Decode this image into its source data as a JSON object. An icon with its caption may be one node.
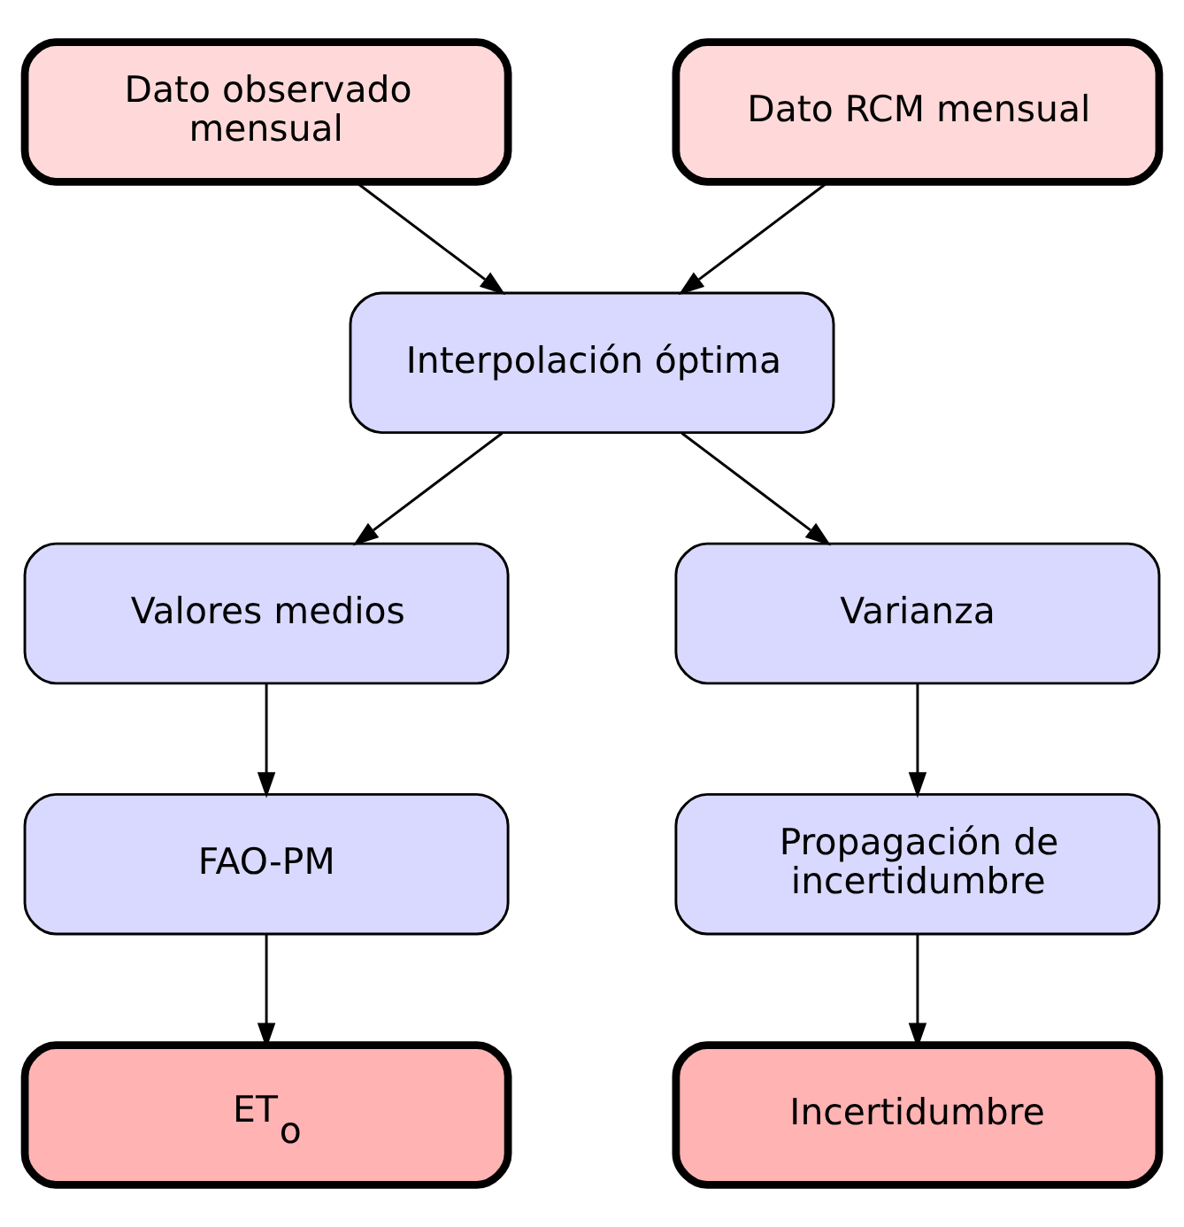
{
  "diagram": {
    "nodes": [
      {
        "text": [
          "Dato observado mensual"
        ]
      },
      {
        "text": [
          "Dato RCM mensual"
        ]
      },
      {
        "text": [
          "Interpolación óptima"
        ]
      },
      {
        "text": [
          "Valores medios"
        ]
      },
      {
        "text": [
          "Varianza"
        ]
      },
      {
        "text": [
          "FAO-PM"
        ]
      },
      {
        "text": [
          "Propagación de incertidumbre"
        ]
      },
      {
        "text": [
          "ET$_{o}$"
        ]
      },
      {
        "text": [
          "Incertidumbre"
        ]
      }
    ],
    "edges": [
      {
        "from": 0,
        "to": 2,
        "arrow": "to"
      },
      {
        "from": 1,
        "to": 2,
        "arrow": "to"
      },
      {
        "from": 2,
        "to": 3,
        "arrow": "to"
      },
      {
        "from": 2,
        "to": 4,
        "arrow": "to"
      },
      {
        "from": 3,
        "to": 5,
        "arrow": "to"
      },
      {
        "from": 4,
        "to": 6,
        "arrow": "to"
      },
      {
        "from": 5,
        "to": 7,
        "arrow": "to"
      },
      {
        "from": 6,
        "to": 8,
        "arrow": "to"
      }
    ]
  }
}
